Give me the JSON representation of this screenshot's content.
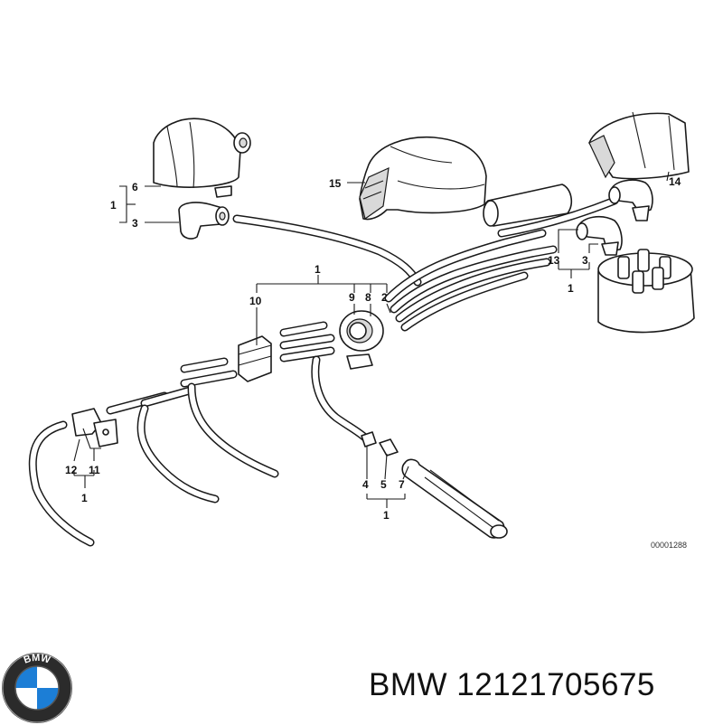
{
  "diagram": {
    "reference_code": "00001288",
    "callouts": {
      "c1_topleft": "1",
      "c6": "6",
      "c3_left": "3",
      "c15": "15",
      "c14": "14",
      "c13": "13",
      "c3_right": "3",
      "c1_right": "1",
      "c1_center": "1",
      "c10": "10",
      "c9": "9",
      "c8": "8",
      "c2": "2",
      "c12": "12",
      "c11": "11",
      "c1_bottomleft": "1",
      "c4": "4",
      "c5": "5",
      "c7": "7",
      "c1_bottom": "1"
    }
  },
  "branding": {
    "logo_text": "BMW",
    "label": "BMW 12121705675"
  }
}
